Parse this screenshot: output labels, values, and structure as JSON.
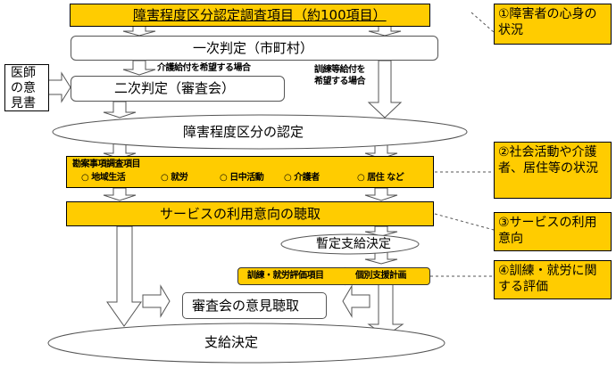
{
  "colors": {
    "accent": "#ffcc00",
    "outline": "#555555"
  },
  "flow": {
    "survey_items": "障害程度区分認定調査項目（約100項目）",
    "primary_judgment": "一次判定（市町村）",
    "nursing_label": "介護給付を希望する場合",
    "training_label_1": "訓練等給付を",
    "training_label_2": "希望する場合",
    "doctor_opinion_1": "医師",
    "doctor_opinion_2": "の意",
    "doctor_opinion_3": "見書",
    "secondary_judgment": "二次判定（審査会）",
    "classification": "障害程度区分の認定",
    "consider_title": "勘案事項調査項目",
    "consider_items": [
      "○ 地域生活",
      "○ 就労",
      "○ 日中活動",
      "○ 介護者",
      "○ 居住 など"
    ],
    "service_intent": "サービスの利用意向の聴取",
    "provisional_decision": "暫定支給決定",
    "training_eval": "訓練・就労評価項目",
    "individual_plan": "個別支援計画",
    "review_opinion": "審査会の意見聴取",
    "final_decision": "支給決定"
  },
  "notes": [
    {
      "label": "①障害者の心身の状況"
    },
    {
      "label": "②社会活動や介護者、居住等の状況"
    },
    {
      "label": "③サービスの利用意向"
    },
    {
      "label": "④訓練・就労に関する評価"
    }
  ]
}
